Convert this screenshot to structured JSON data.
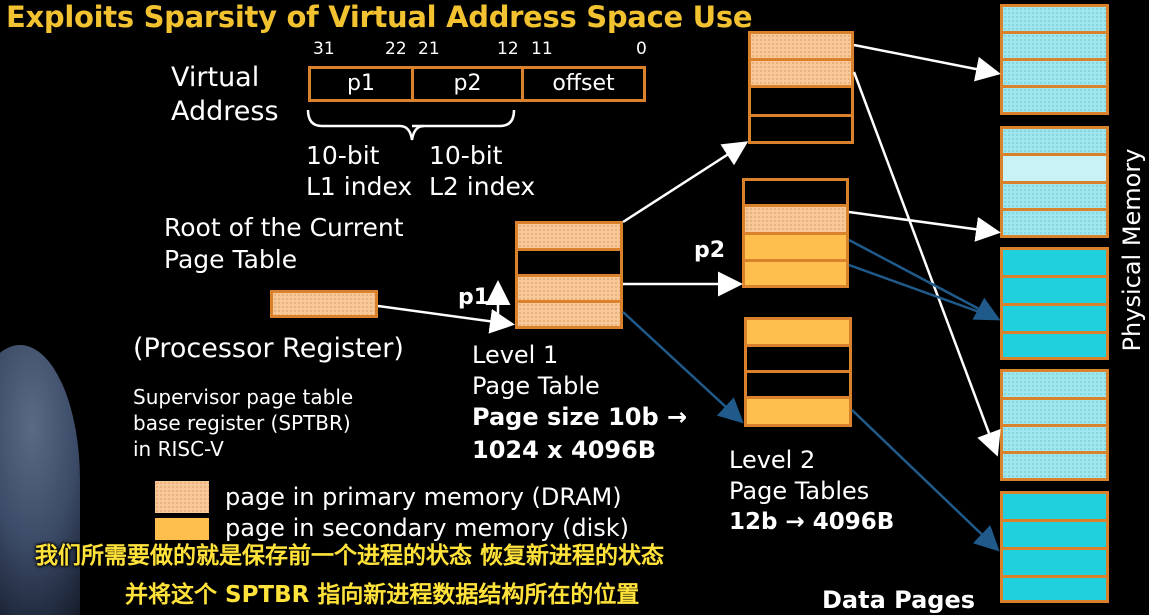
{
  "title": "Exploits Sparsity of Virtual Address Space Use",
  "virtual_address": {
    "label_line1": "Virtual",
    "label_line2": "Address",
    "bits": [
      "31",
      "22",
      "21",
      "12",
      "11",
      "0"
    ],
    "fields": [
      "p1",
      "p2",
      "offset"
    ],
    "brace1_line1": "10-bit",
    "brace1_line2": "L1 index",
    "brace2_line1": "10-bit",
    "brace2_line2": "L2 index"
  },
  "root": {
    "line1": "Root of the Current",
    "line2": "Page Table",
    "processor_register": "(Processor Register)",
    "sptbr_line1": "Supervisor page table",
    "sptbr_line2": "base register (SPTBR)",
    "sptbr_line3": "in RISC-V"
  },
  "level1": {
    "line1": "Level 1",
    "line2": "Page Table",
    "size_line1": "Page size 10b →",
    "size_line2": "1024 x 4096B",
    "p1_label": "p1"
  },
  "level2": {
    "line1": "Level 2",
    "line2": "Page Tables",
    "size": "12b → 4096B",
    "p2_label": "p2"
  },
  "legend": {
    "dram": "page in primary memory (DRAM)",
    "disk": "page in secondary memory (disk)"
  },
  "physical_memory_label": "Physical Memory",
  "data_pages_label": "Data Pages",
  "subtitles": {
    "line1": "我们所需要做的就是保存前一个进程的状态  恢复新进程的状态",
    "line2": "并将这个 SPTBR 指向新进程数据结构所在的位置"
  },
  "colors": {
    "title": "#f2c230",
    "border": "#d9822b",
    "dram_fill": "#f7c99a",
    "disk_fill": "#ffbf4d",
    "subtitle": "#ffe23a",
    "arrow_white": "#ffffff",
    "arrow_blue": "#1f5a8a"
  }
}
